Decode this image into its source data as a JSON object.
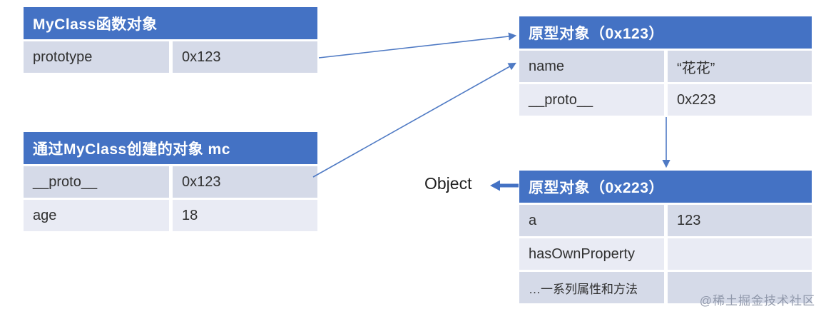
{
  "colors": {
    "header_bg": "#4472C4",
    "row_odd_bg": "#D5DAE8",
    "row_even_bg": "#E9EBF4",
    "arrow": "#4F7AC4",
    "thick_arrow": "#4472C4",
    "header_text": "#FFFFFF",
    "cell_text": "#303030",
    "watermark_text": "#8A92A5"
  },
  "tables": {
    "myclass": {
      "title": "MyClass函数对象",
      "rows": [
        {
          "key": "prototype",
          "value": "0x123"
        }
      ]
    },
    "mc": {
      "title": "通过MyClass创建的对象 mc",
      "rows": [
        {
          "key": "__proto__",
          "value": "0x123"
        },
        {
          "key": "age",
          "value": "18"
        }
      ]
    },
    "proto123": {
      "title": "原型对象（0x123）",
      "rows": [
        {
          "key": "name",
          "value": "“花花”"
        },
        {
          "key": "__proto__",
          "value": "0x223"
        }
      ]
    },
    "proto223": {
      "title": "原型对象（0x223）",
      "rows": [
        {
          "key": "a",
          "value": "123"
        },
        {
          "key": "hasOwnProperty",
          "value": ""
        },
        {
          "key": "…一系列属性和方法",
          "value": ""
        }
      ]
    }
  },
  "labels": {
    "object": "Object",
    "watermark": "@稀土掘金技术社区"
  }
}
